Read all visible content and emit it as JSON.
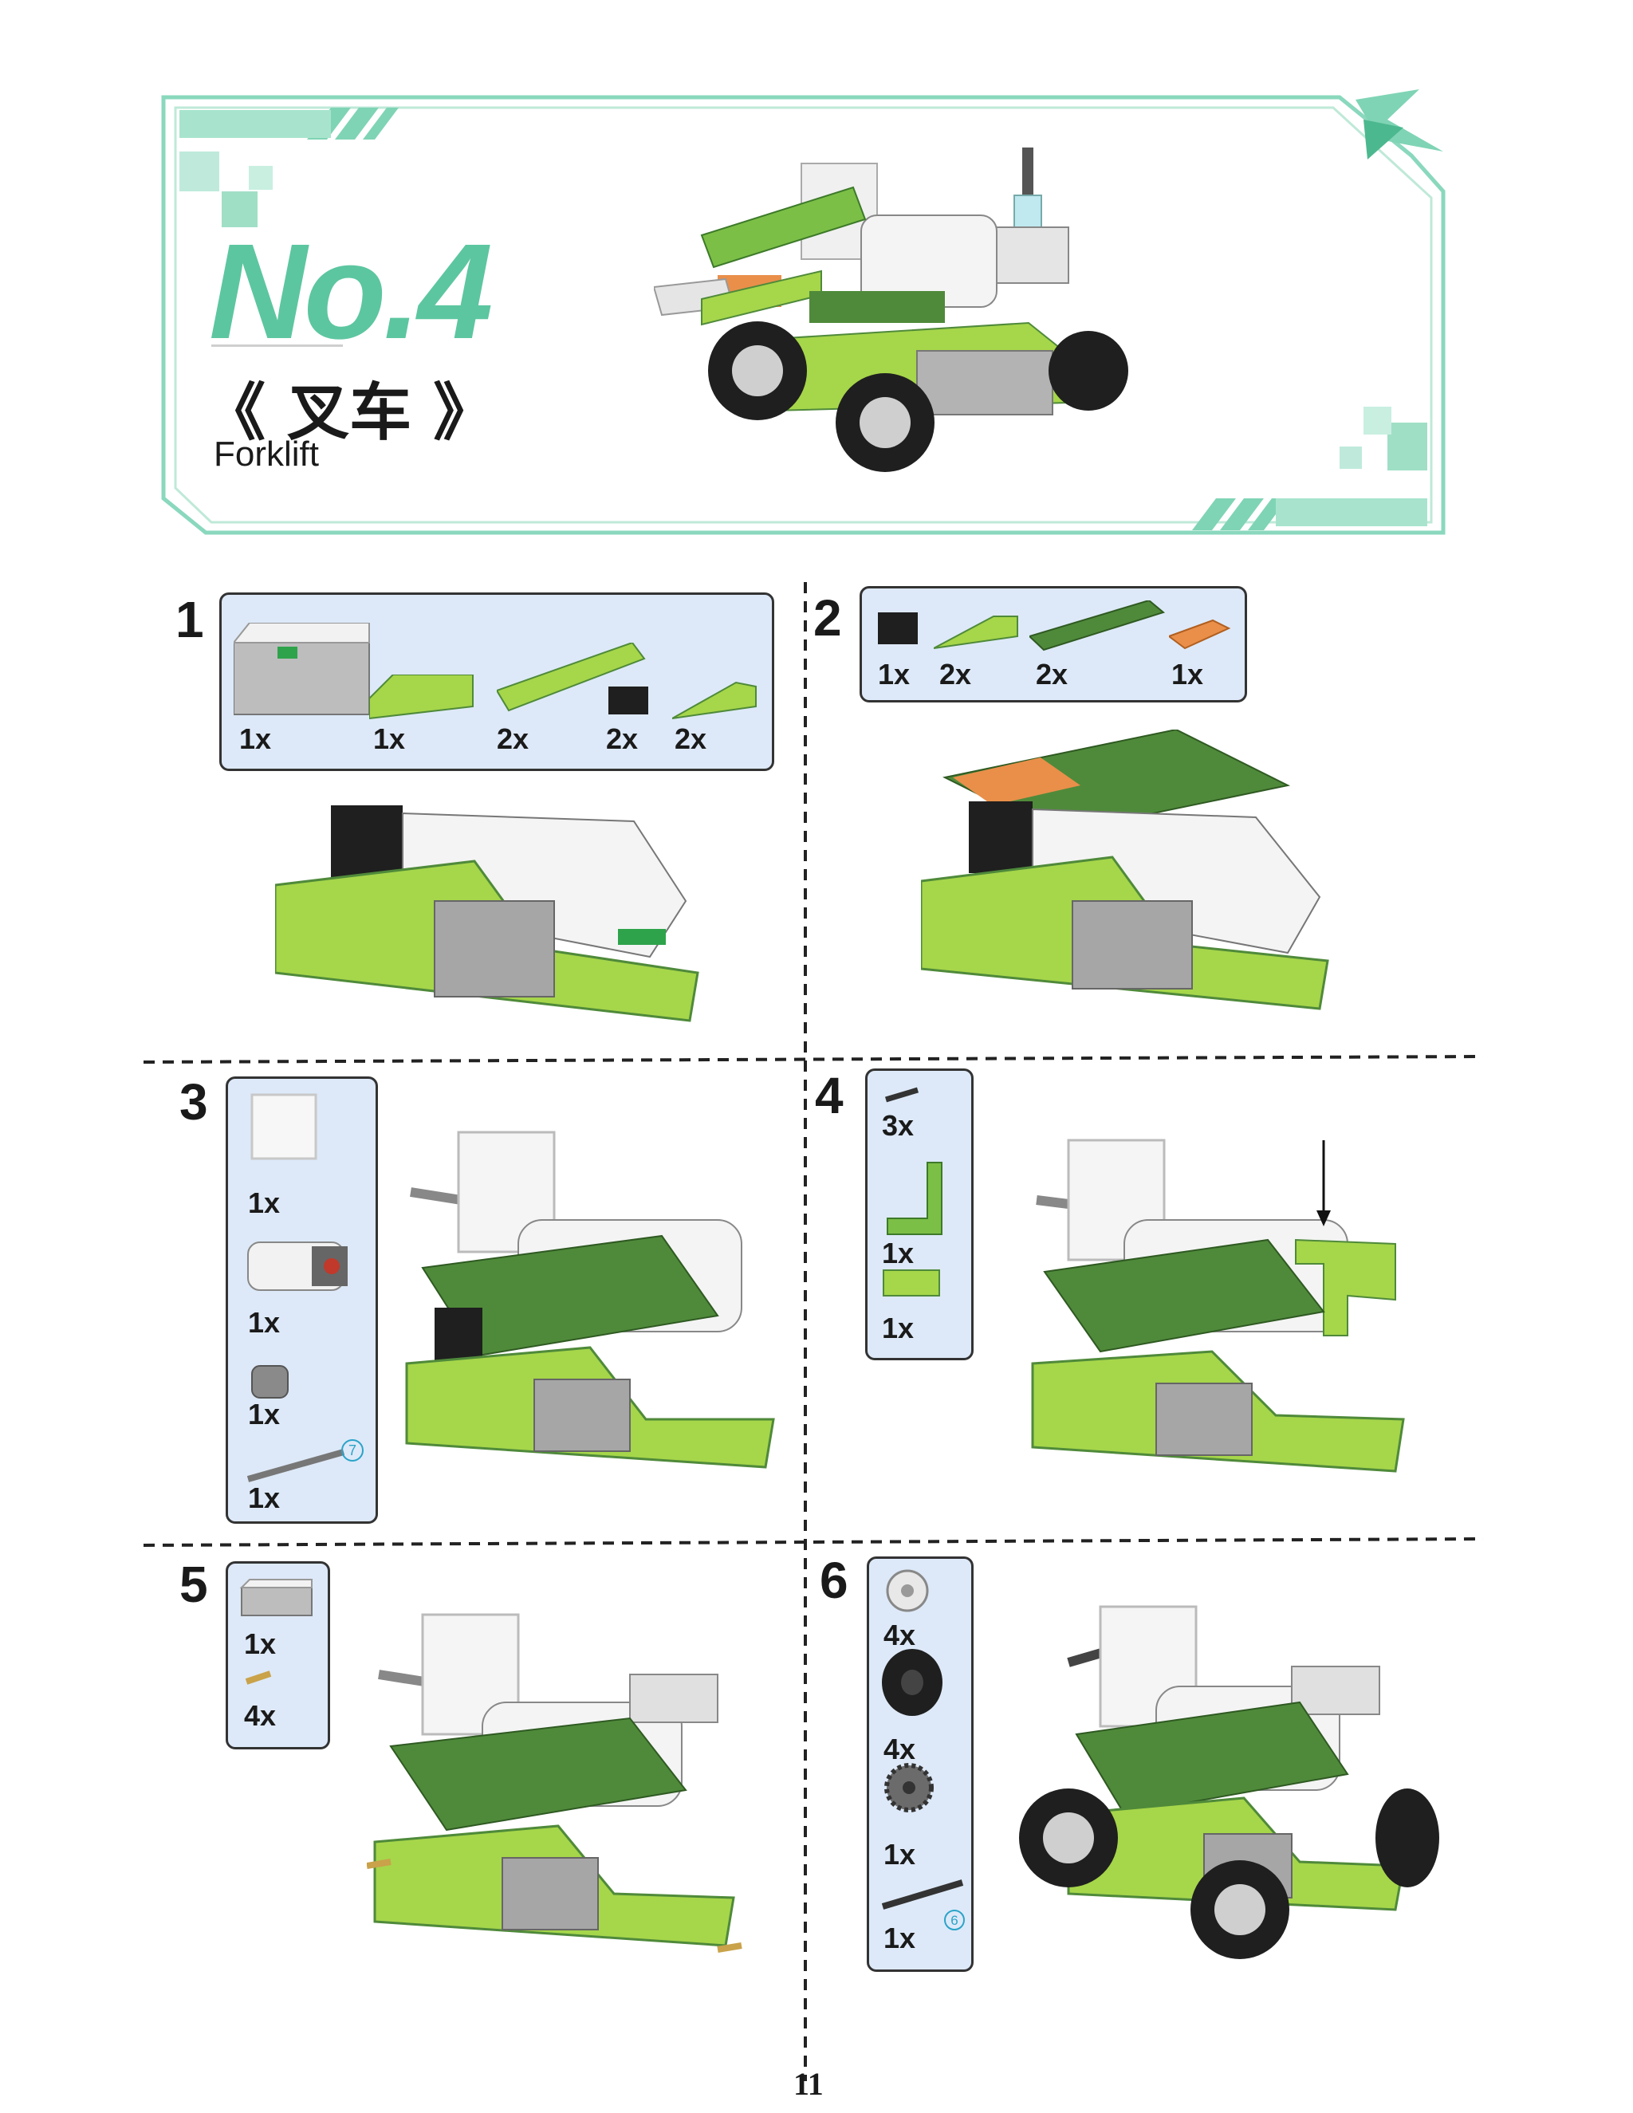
{
  "header": {
    "number": "No.4",
    "title_cn": "《 叉车 》",
    "title_en": "Forklift"
  },
  "steps": [
    {
      "num": "1",
      "parts": [
        {
          "qty": "1x",
          "icon": "smarthub-brick-icon"
        },
        {
          "qty": "1x",
          "icon": "wedge-plate-icon"
        },
        {
          "qty": "2x",
          "icon": "technic-beam-icon"
        },
        {
          "qty": "2x",
          "icon": "black-brick-icon"
        },
        {
          "qty": "2x",
          "icon": "curved-slope-icon"
        }
      ]
    },
    {
      "num": "2",
      "parts": [
        {
          "qty": "1x",
          "icon": "black-brick-icon"
        },
        {
          "qty": "2x",
          "icon": "curved-slope-icon"
        },
        {
          "qty": "2x",
          "icon": "long-plate-icon"
        },
        {
          "qty": "1x",
          "icon": "orange-plate-icon"
        }
      ]
    },
    {
      "num": "3",
      "parts": [
        {
          "qty": "1x",
          "icon": "transparent-box-icon"
        },
        {
          "qty": "1x",
          "icon": "motor-icon"
        },
        {
          "qty": "1x",
          "icon": "worm-gear-icon"
        },
        {
          "qty": "1x",
          "icon": "axle-icon",
          "badge": "7"
        }
      ]
    },
    {
      "num": "4",
      "parts": [
        {
          "qty": "3x",
          "icon": "pin-icon"
        },
        {
          "qty": "1x",
          "icon": "l-beam-icon"
        },
        {
          "qty": "1x",
          "icon": "technic-brick-icon"
        }
      ]
    },
    {
      "num": "5",
      "parts": [
        {
          "qty": "1x",
          "icon": "tilt-sensor-icon"
        },
        {
          "qty": "4x",
          "icon": "axle-pin-icon"
        }
      ]
    },
    {
      "num": "6",
      "parts": [
        {
          "qty": "4x",
          "icon": "rim-icon"
        },
        {
          "qty": "4x",
          "icon": "tire-icon"
        },
        {
          "qty": "1x",
          "icon": "gear-icon"
        },
        {
          "qty": "1x",
          "icon": "axle-icon",
          "badge": "6"
        }
      ]
    }
  ],
  "page_number": "11",
  "colors": {
    "frame": "#6fcfae",
    "accent": "#5cc6a0",
    "panel": "#dde9f8",
    "lime": "#a6d64a",
    "dark_green": "#4f8a3a",
    "gray": "#a6a6a6",
    "orange": "#e98f4a"
  }
}
